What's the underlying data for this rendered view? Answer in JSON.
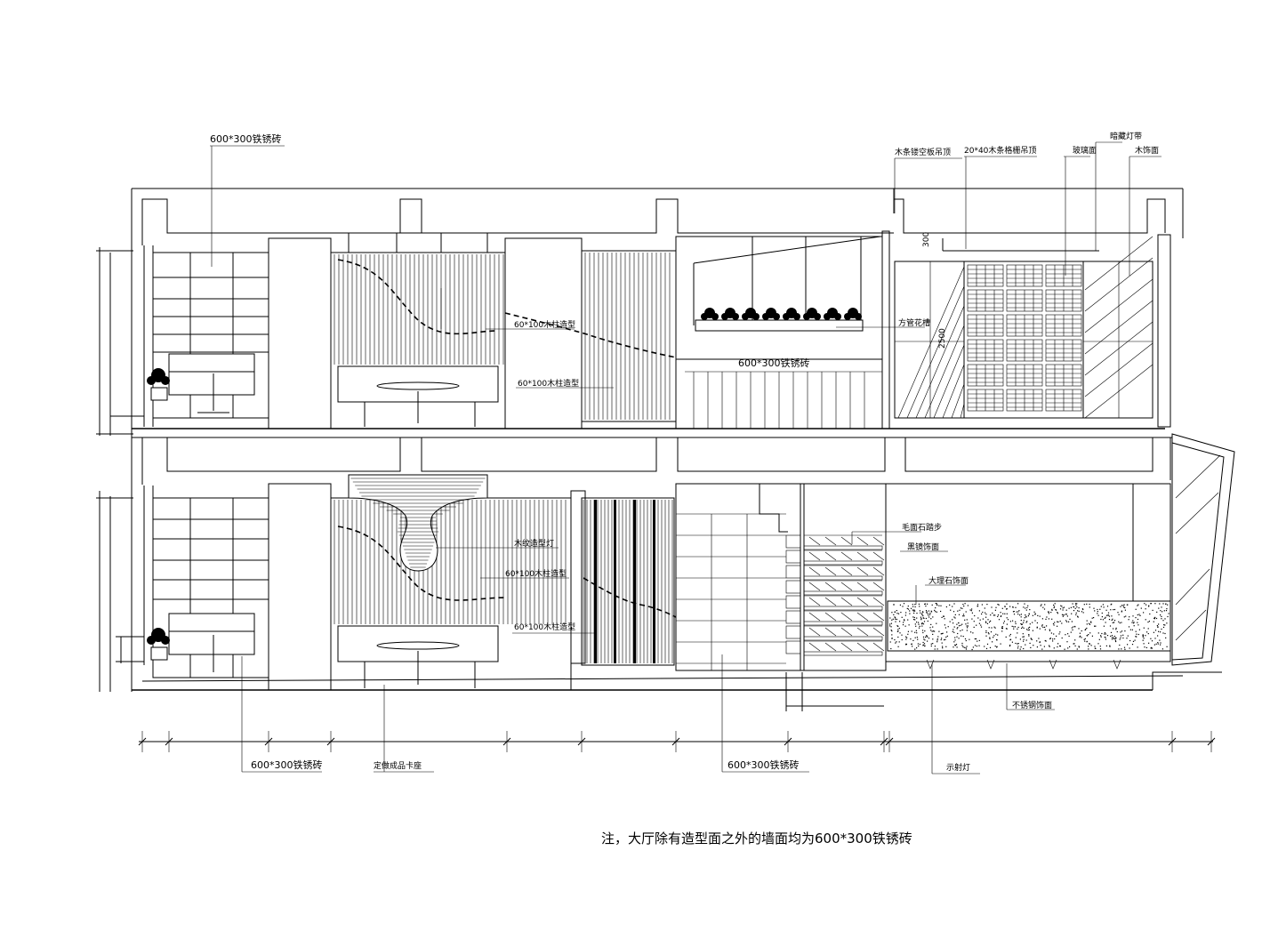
{
  "labels": {
    "tile_600x300_top": "600*300铁锈砖",
    "wood_frame_ceiling": "木条镂空板吊顶",
    "wood_strip_ceiling": "20*40木条格栅吊顶",
    "glass_face": "玻璃面",
    "hidden_light": "暗藏灯带",
    "wood_veneer": "木饰面",
    "wood_strip_a": "60*100木柱造型",
    "wood_strip_b": "60*100木柱造型",
    "tile_600x300_mid": "600*300铁锈砖",
    "plant_box": "方管花槽",
    "dim_300": "300",
    "dim_vertical": "2500",
    "wood_lamp": "木纹造型灯",
    "wood_strip_c": "60*100木柱造型",
    "wood_strip_d": "60*100木柱造型",
    "rough_stone_step": "毛面石踏步",
    "black_mirror": "黑镜饰面",
    "marble_face": "大理石饰面",
    "stainless_face": "不锈钢饰面",
    "tile_600x300_bot_left": "600*300铁锈砖",
    "booth_seat": "定做成品卡座",
    "tile_600x300_bot_mid": "600*300铁锈砖",
    "spot_light": "示射灯"
  },
  "note": "注，大厅除有造型面之外的墙面均为600*300铁锈砖",
  "colors": {
    "line": "#000000",
    "background": "#ffffff"
  }
}
